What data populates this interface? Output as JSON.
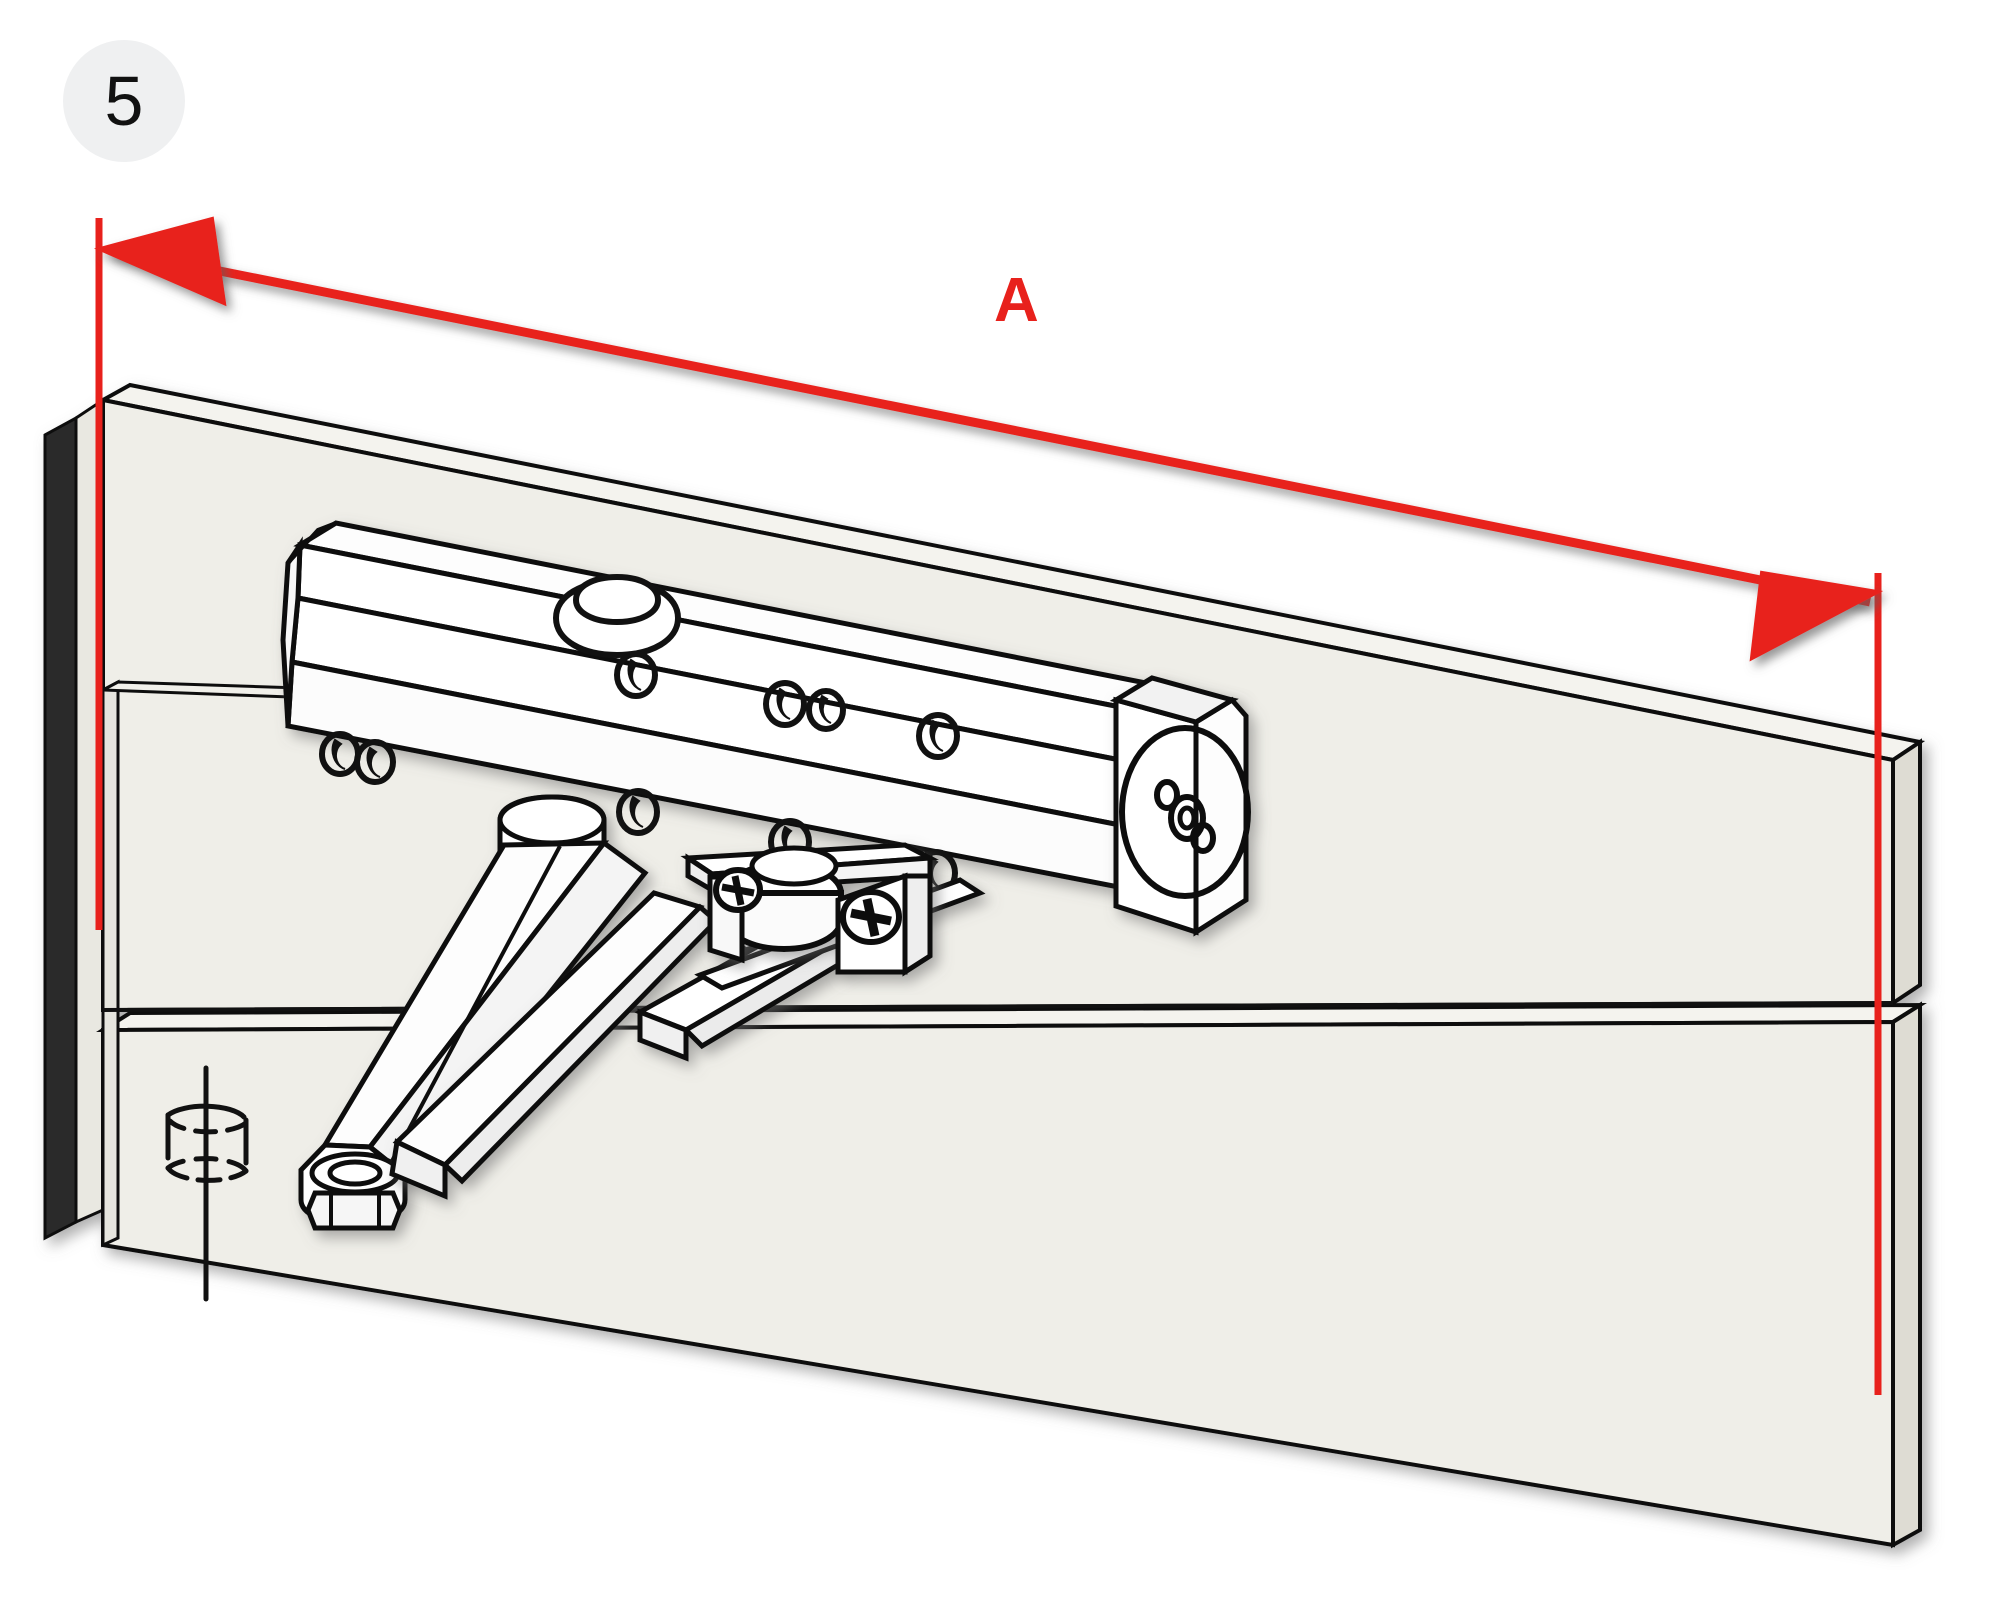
{
  "figure": {
    "type": "technical-installation-diagram",
    "subject": "overhead door closer mounted on door frame",
    "title_alt": "Step 5 - mark dimension A along the door frame"
  },
  "step": {
    "number": "5",
    "badge_color": "#eff0f1",
    "number_color": "#111111"
  },
  "dimension": {
    "label": "A",
    "color": "#e8211c",
    "style": "double-headed-arrow",
    "extension_lines": 2,
    "arrowheads": [
      "left",
      "right"
    ]
  },
  "colors": {
    "background": "#ffffff",
    "wall_face": "#efeee8",
    "wall_top": "#f3f2ed",
    "wall_edge_dark": "#1a1a1a",
    "device_body": "#ffffff",
    "line": "#111111",
    "accent_red": "#e8211c",
    "shadow": "#9a9a9a"
  },
  "parts": {
    "frame_header": "door frame header",
    "door_leaf": "door leaf",
    "door_jamb": "hinge-side door jamb",
    "closer_body": "door closer body",
    "closer_end_cap": "valve adjustment end cap",
    "closer_cover_knob": "spring power adjustment cap",
    "main_arm": "closer main arm",
    "forearm": "closer forearm / link",
    "arm_bracket": "arm mounting bracket",
    "hinge_axis_symbol": "hinge pivot axis symbol"
  },
  "fastener_counts": {
    "body_screw_holes": 7,
    "bracket_phillips_screws": 2,
    "end_cap_valves": 3
  }
}
